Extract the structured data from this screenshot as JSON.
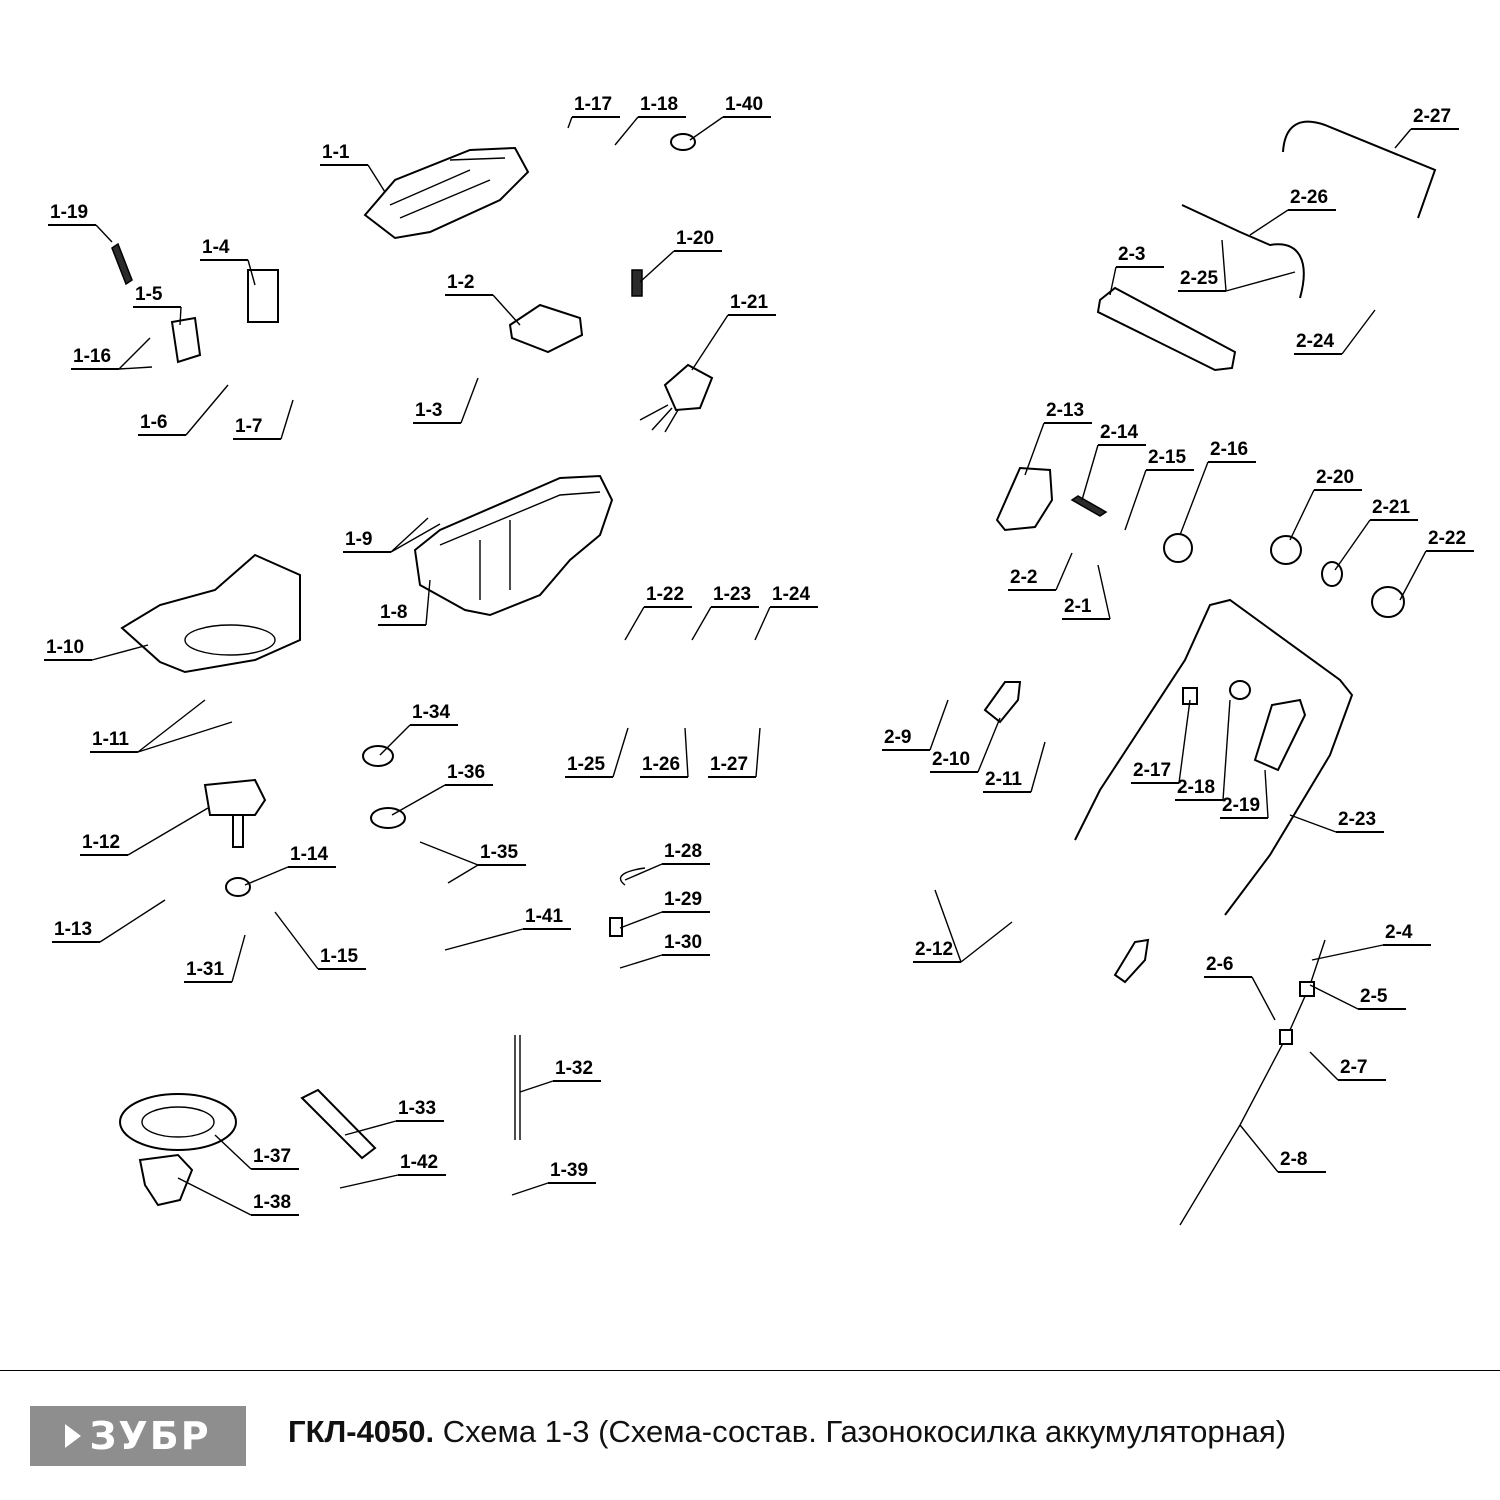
{
  "footer": {
    "brand": "ЗУБР",
    "model": "ГКЛ-4050.",
    "description": " Схема 1-3 (Схема-состав. Газонокосилка аккумуляторная)"
  },
  "part_labels": [
    "1-1",
    "1-2",
    "1-3",
    "1-4",
    "1-5",
    "1-6",
    "1-7",
    "1-8",
    "1-9",
    "1-10",
    "1-11",
    "1-12",
    "1-13",
    "1-14",
    "1-15",
    "1-16",
    "1-17",
    "1-18",
    "1-19",
    "1-20",
    "1-21",
    "1-22",
    "1-23",
    "1-24",
    "1-25",
    "1-26",
    "1-27",
    "1-28",
    "1-29",
    "1-30",
    "1-31",
    "1-32",
    "1-33",
    "1-34",
    "1-35",
    "1-36",
    "1-37",
    "1-38",
    "1-39",
    "1-40",
    "1-41",
    "1-42",
    "2-1",
    "2-2",
    "2-3",
    "2-4",
    "2-5",
    "2-6",
    "2-7",
    "2-8",
    "2-9",
    "2-10",
    "2-11",
    "2-12",
    "2-13",
    "2-14",
    "2-15",
    "2-16",
    "2-17",
    "2-18",
    "2-19",
    "2-20",
    "2-21",
    "2-22",
    "2-23",
    "2-24",
    "2-25",
    "2-26",
    "2-27"
  ]
}
